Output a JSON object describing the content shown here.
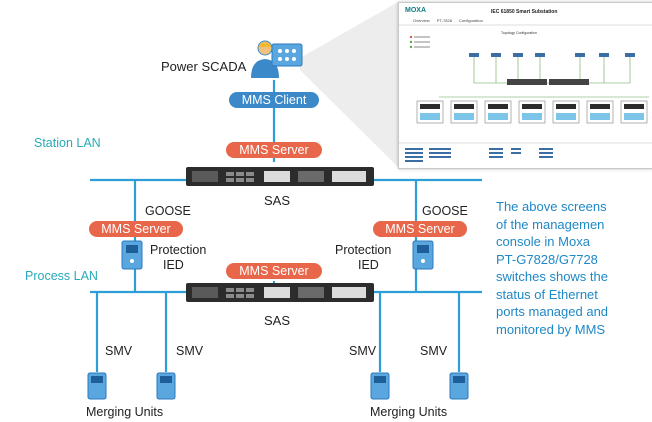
{
  "title": {
    "scada": "Power SCADA"
  },
  "pills": {
    "mms_client": "MMS Client",
    "mms_server_top": "MMS Server",
    "mms_server_left": "MMS Server",
    "mms_server_right": "MMS Server",
    "mms_server_mid": "MMS Server"
  },
  "lans": {
    "station": "Station LAN",
    "process": "Process LAN"
  },
  "labels": {
    "sas_top": "SAS",
    "sas_bottom": "SAS",
    "goose_left": "GOOSE",
    "goose_right": "GOOSE",
    "prot_left_1": "Protection",
    "prot_left_2": "IED",
    "prot_right_1": "Protection",
    "prot_right_2": "IED",
    "smv": [
      "SMV",
      "SMV",
      "SMV",
      "SMV"
    ],
    "merging_left": "Merging Units",
    "merging_right": "Merging Units"
  },
  "caption": [
    "The above screens",
    "of the managemen",
    "console in Moxa",
    "PT-G7828/G7728",
    "switches shows the",
    "status of Ethernet",
    "ports managed and",
    "monitored by MMS"
  ],
  "screenshot": {
    "brand": "MOXA",
    "title": "IEC 61850 Smart Substation",
    "tabs": [
      "Overview",
      "PT-7828",
      "Configuration"
    ],
    "section": "Topology Configuration"
  },
  "colors": {
    "teal": "#29a9b8",
    "blue": "#3c89c9",
    "orange": "#e8664a",
    "caption": "#1f88c7",
    "line": "#2e9fd6"
  }
}
